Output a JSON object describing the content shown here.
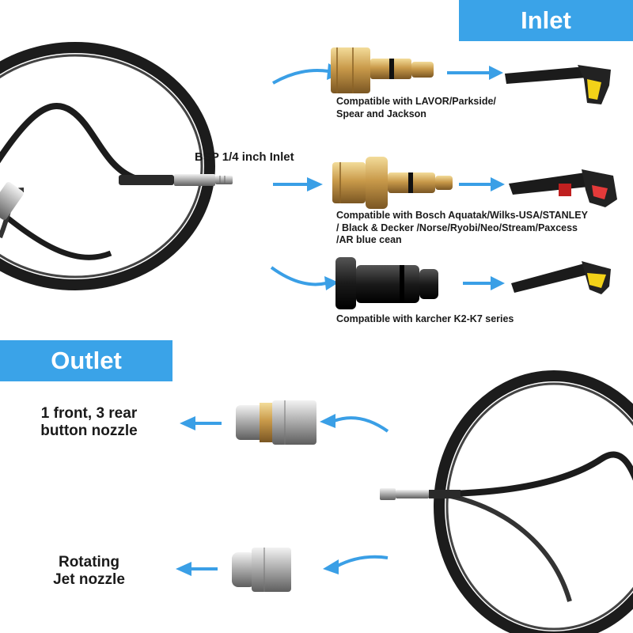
{
  "banners": {
    "inlet": "Inlet",
    "outlet": "Outlet"
  },
  "inlet_label": "BSP 1/4 inch Inlet",
  "inlet_options": [
    {
      "caption_lines": [
        "Compatible with LAVOR/Parkside/",
        "Spear and Jackson"
      ],
      "adapter_icon": "brass-adapter-icon",
      "gun_icon": "yellow-trigger-spray-gun-icon"
    },
    {
      "caption_lines": [
        "Compatible with Bosch Aquatak/Wilks-USA/STANLEY",
        "/ Black & Decker /Norse/Ryobi/Neo/Stream/Paxcess",
        "/AR blue cean"
      ],
      "adapter_icon": "brass-adapter-icon",
      "gun_icon": "red-trigger-spray-gun-icon"
    },
    {
      "caption_lines": [
        "Compatible with karcher K2-K7 series"
      ],
      "adapter_icon": "black-adapter-icon",
      "gun_icon": "yellow-trigger-spray-gun-icon"
    }
  ],
  "outlet_options": [
    {
      "label_lines": [
        "1 front, 3 rear",
        "button nozzle"
      ],
      "nozzle_icon": "button-nozzle-icon"
    },
    {
      "label_lines": [
        "Rotating",
        "Jet nozzle"
      ],
      "nozzle_icon": "rotating-jet-nozzle-icon"
    }
  ],
  "colors": {
    "accent": "#3aa3e8",
    "arrow": "#3a9fe6",
    "hose": "#1c1c1c",
    "brass": "#c9a054"
  }
}
